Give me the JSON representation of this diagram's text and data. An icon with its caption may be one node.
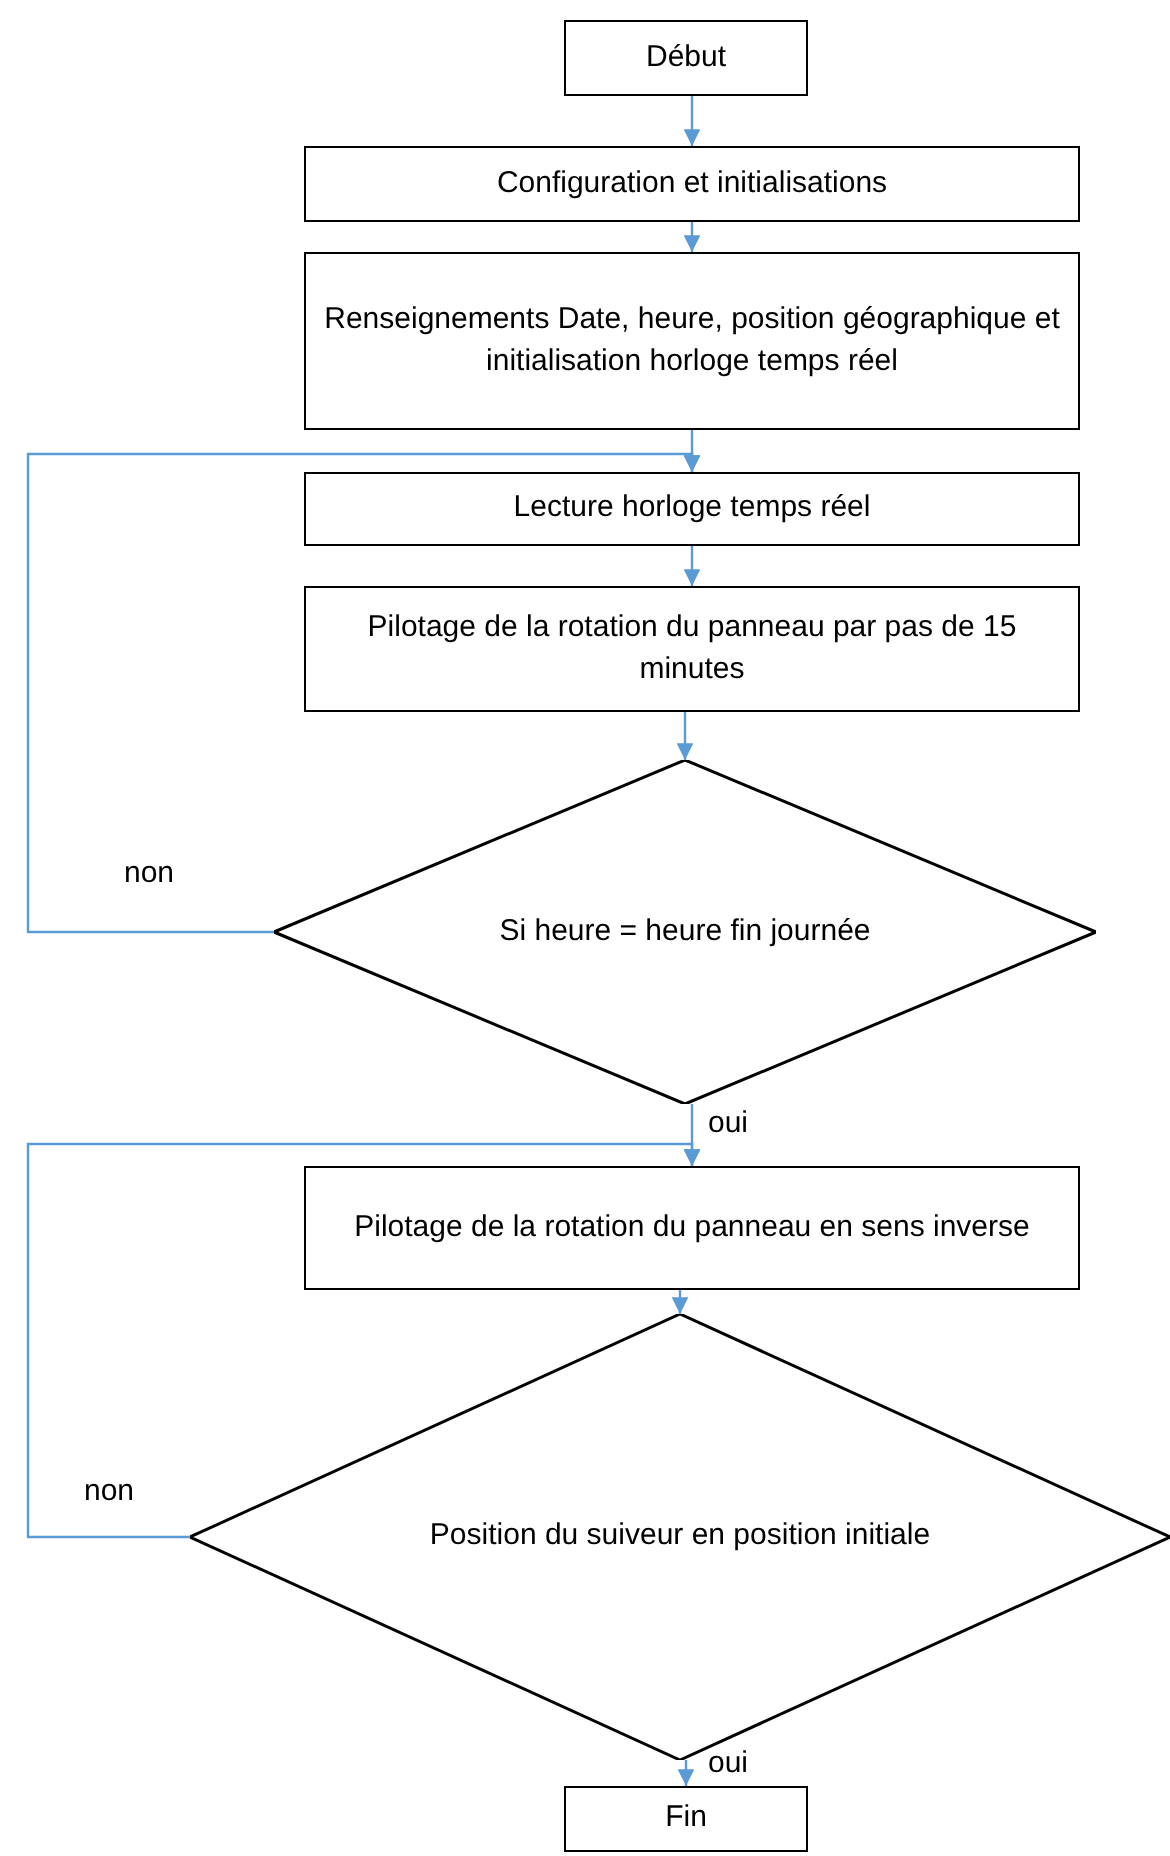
{
  "diagram": {
    "nodes": [
      {
        "text": [
          "Début"
        ]
      },
      {
        "text": [
          "Configuration et initialisations"
        ]
      },
      {
        "text": [
          "Renseignements Date, heure, position géographique et initialisation horloge temps réel"
        ]
      },
      {
        "text": [
          "Lecture horloge temps réel"
        ]
      },
      {
        "text": [
          "Pilotage de la rotation du panneau par pas de 15 minutes"
        ]
      },
      {
        "text": [
          "Si heure = heure fin journée"
        ]
      },
      {
        "text": [
          "Pilotage de la rotation du panneau en sens inverse"
        ]
      },
      {
        "text": [
          "Position du suiveur en position initiale"
        ]
      },
      {
        "text": [
          "Fin"
        ]
      }
    ],
    "edges": [
      {
        "from": 0,
        "to": 1,
        "arrow": "to"
      },
      {
        "from": 1,
        "to": 2,
        "arrow": "to"
      },
      {
        "from": 2,
        "to": 3,
        "arrow": "to"
      },
      {
        "from": 3,
        "to": 4,
        "arrow": "to"
      },
      {
        "from": 4,
        "to": 5,
        "arrow": "to"
      },
      {
        "from": 5,
        "to": 3,
        "arrow": "to",
        "label": "non"
      },
      {
        "from": 5,
        "to": 6,
        "arrow": "to",
        "label": "oui"
      },
      {
        "from": 6,
        "to": 7,
        "arrow": "to"
      },
      {
        "from": 7,
        "to": 6,
        "arrow": "to",
        "label": "non"
      },
      {
        "from": 7,
        "to": 8,
        "arrow": "to",
        "label": "oui"
      }
    ]
  }
}
